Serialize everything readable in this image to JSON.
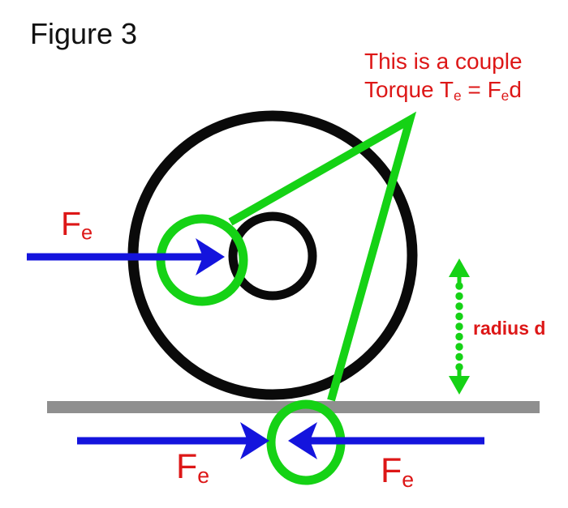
{
  "figure_title": "Figure 3",
  "annotation": {
    "line1": "This is a couple",
    "line2": {
      "t1": "Torque T",
      "sub1": "e",
      "t2": " = F",
      "sub2": "e",
      "t3": "d"
    }
  },
  "force_label": {
    "main": "F",
    "sub": "e"
  },
  "radius_label": "radius d",
  "colors": {
    "black": "#0a0a0a",
    "red": "#dd1717",
    "green": "#15d215",
    "blue": "#1414dd",
    "gray": "#8f8f8f"
  }
}
